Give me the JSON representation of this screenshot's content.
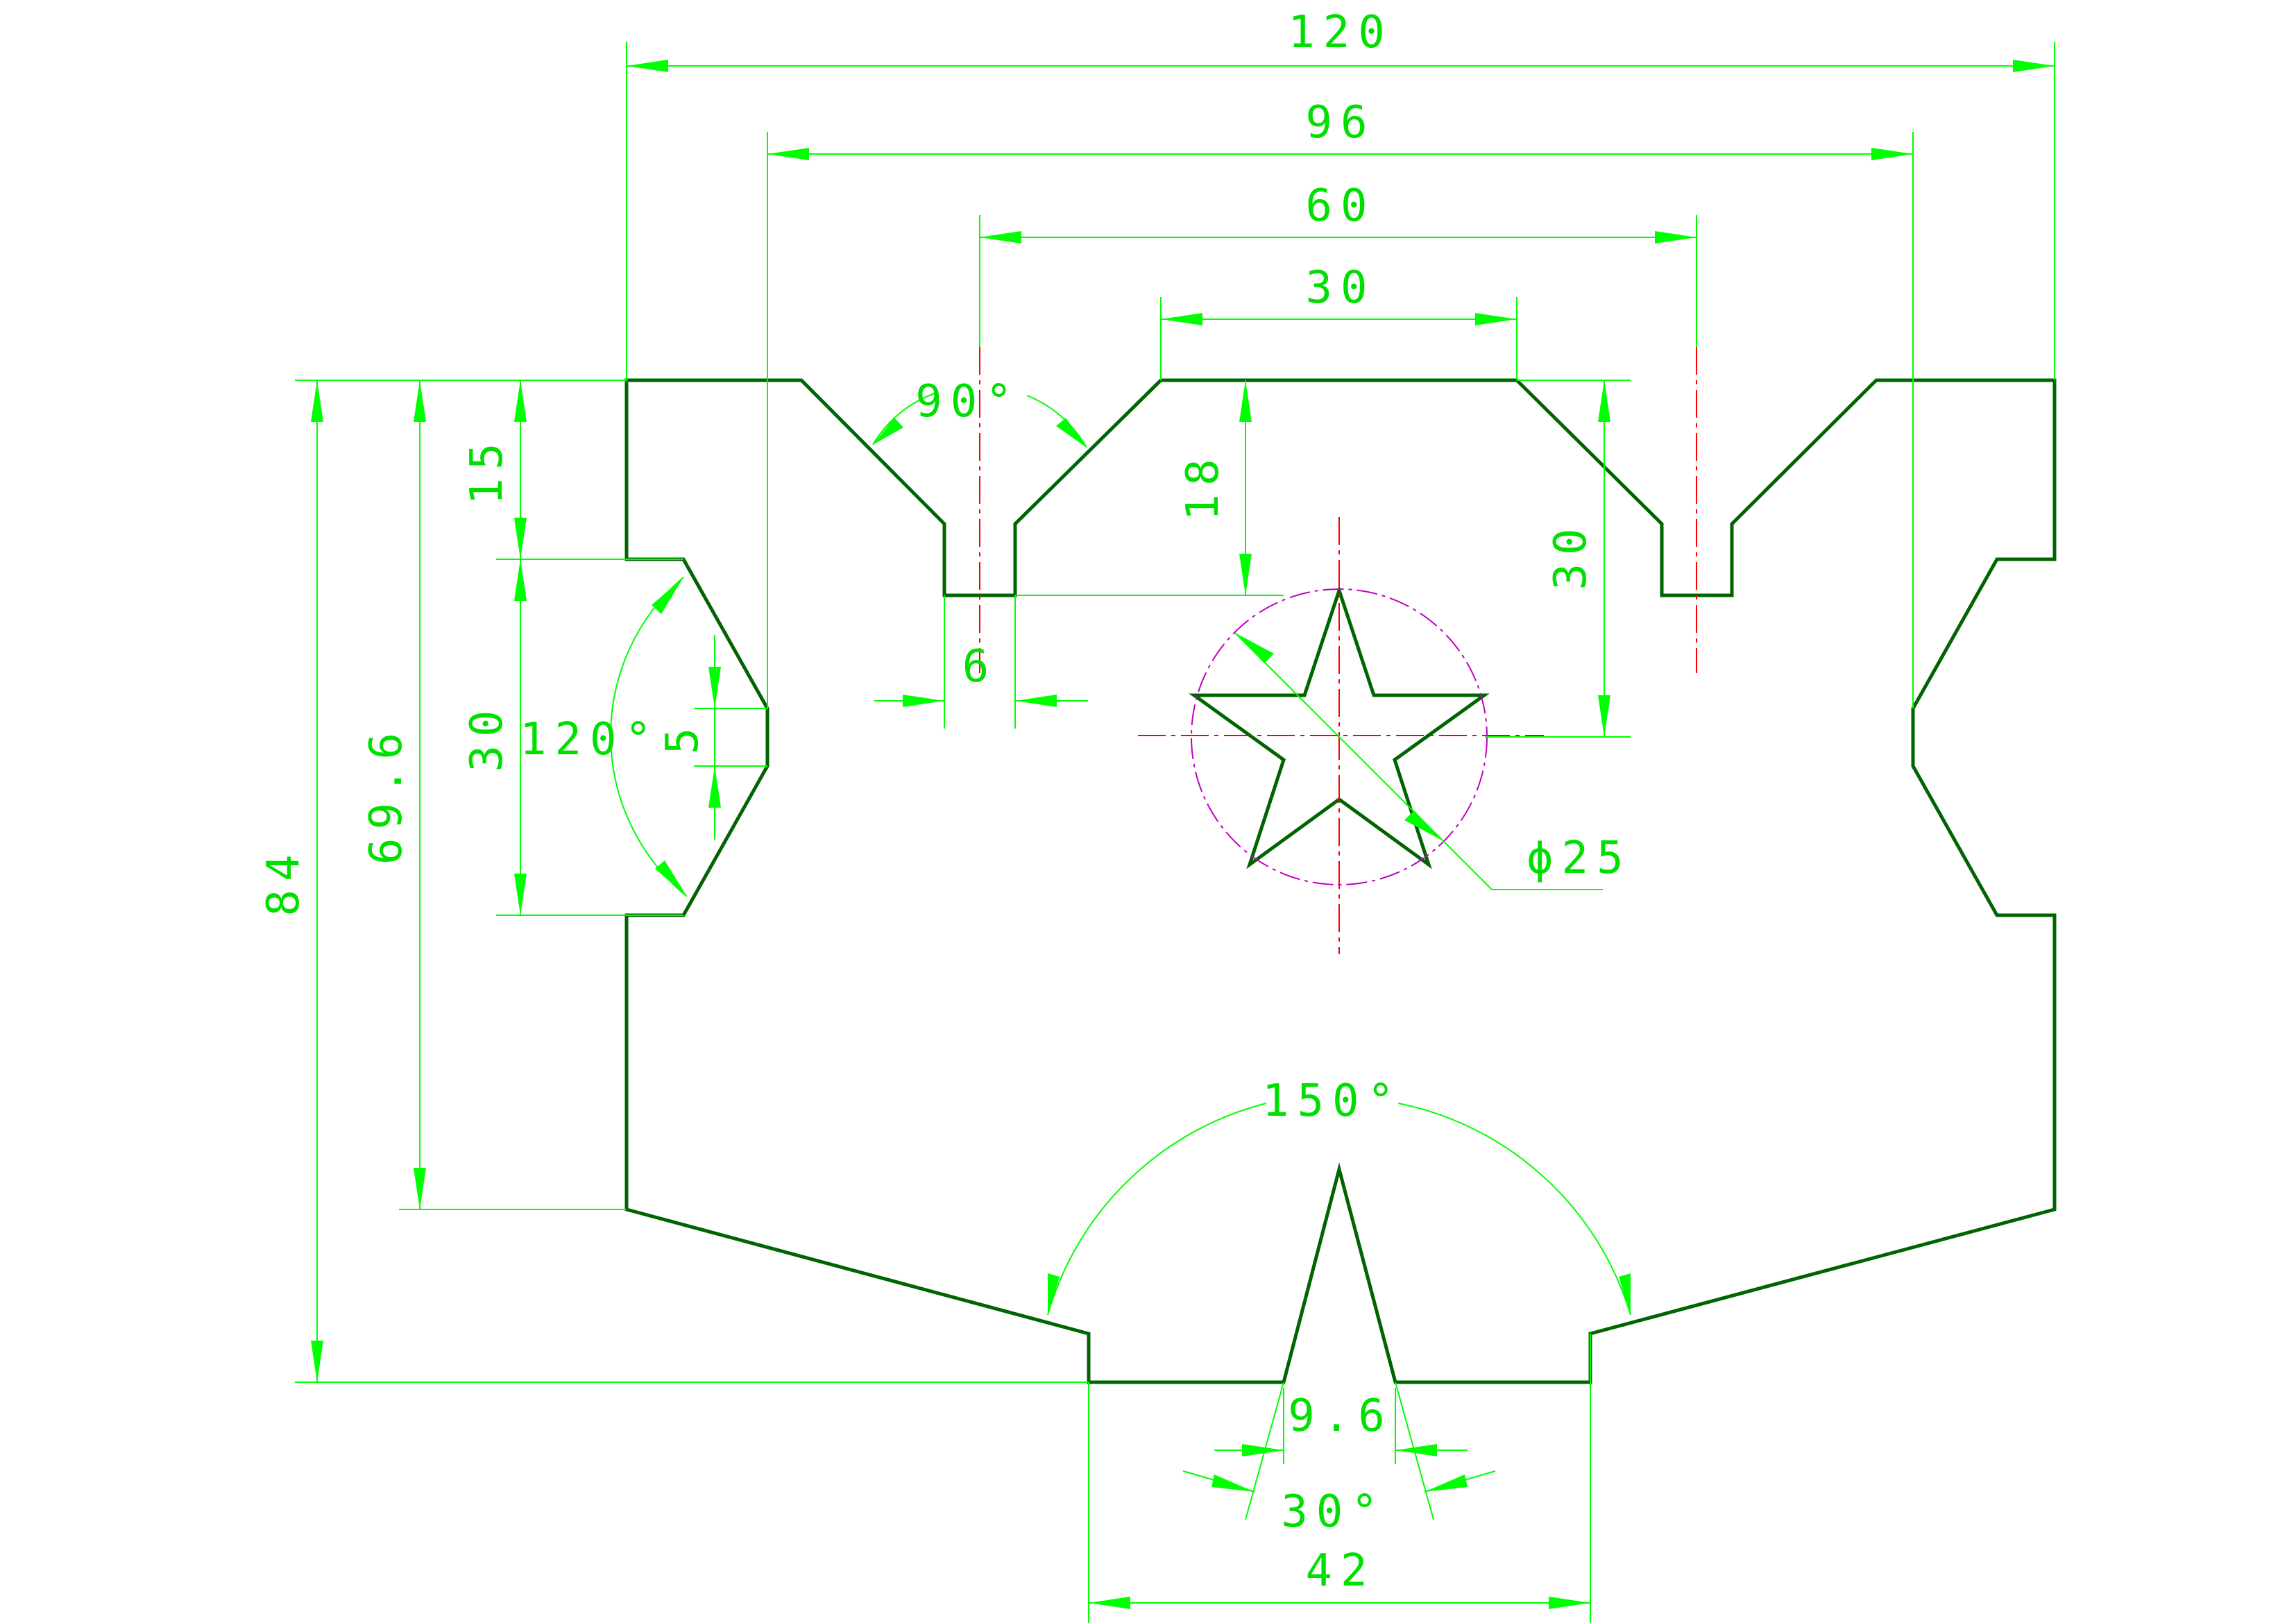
{
  "colors": {
    "outline": "#006400",
    "dimension": "#00ff00",
    "centerline": "#ff0000",
    "reference_circle": "#c000c0",
    "background": "#ffffff"
  },
  "dimensions": {
    "width_120": "120",
    "width_96": "96",
    "width_60": "60",
    "width_30": "30",
    "angle_notch": "90°",
    "depth_18": "18",
    "depth_30_right": "30",
    "slot_6": "6",
    "height_15": "15",
    "height_30_left": "30",
    "angle_left_notch": "120°",
    "flat_5": "5",
    "height_69_6": "69.6",
    "height_84": "84",
    "diameter_25": "ϕ25",
    "angle_bottom": "150°",
    "spike_9_6": "9.6",
    "angle_spike": "30°",
    "width_42": "42"
  }
}
